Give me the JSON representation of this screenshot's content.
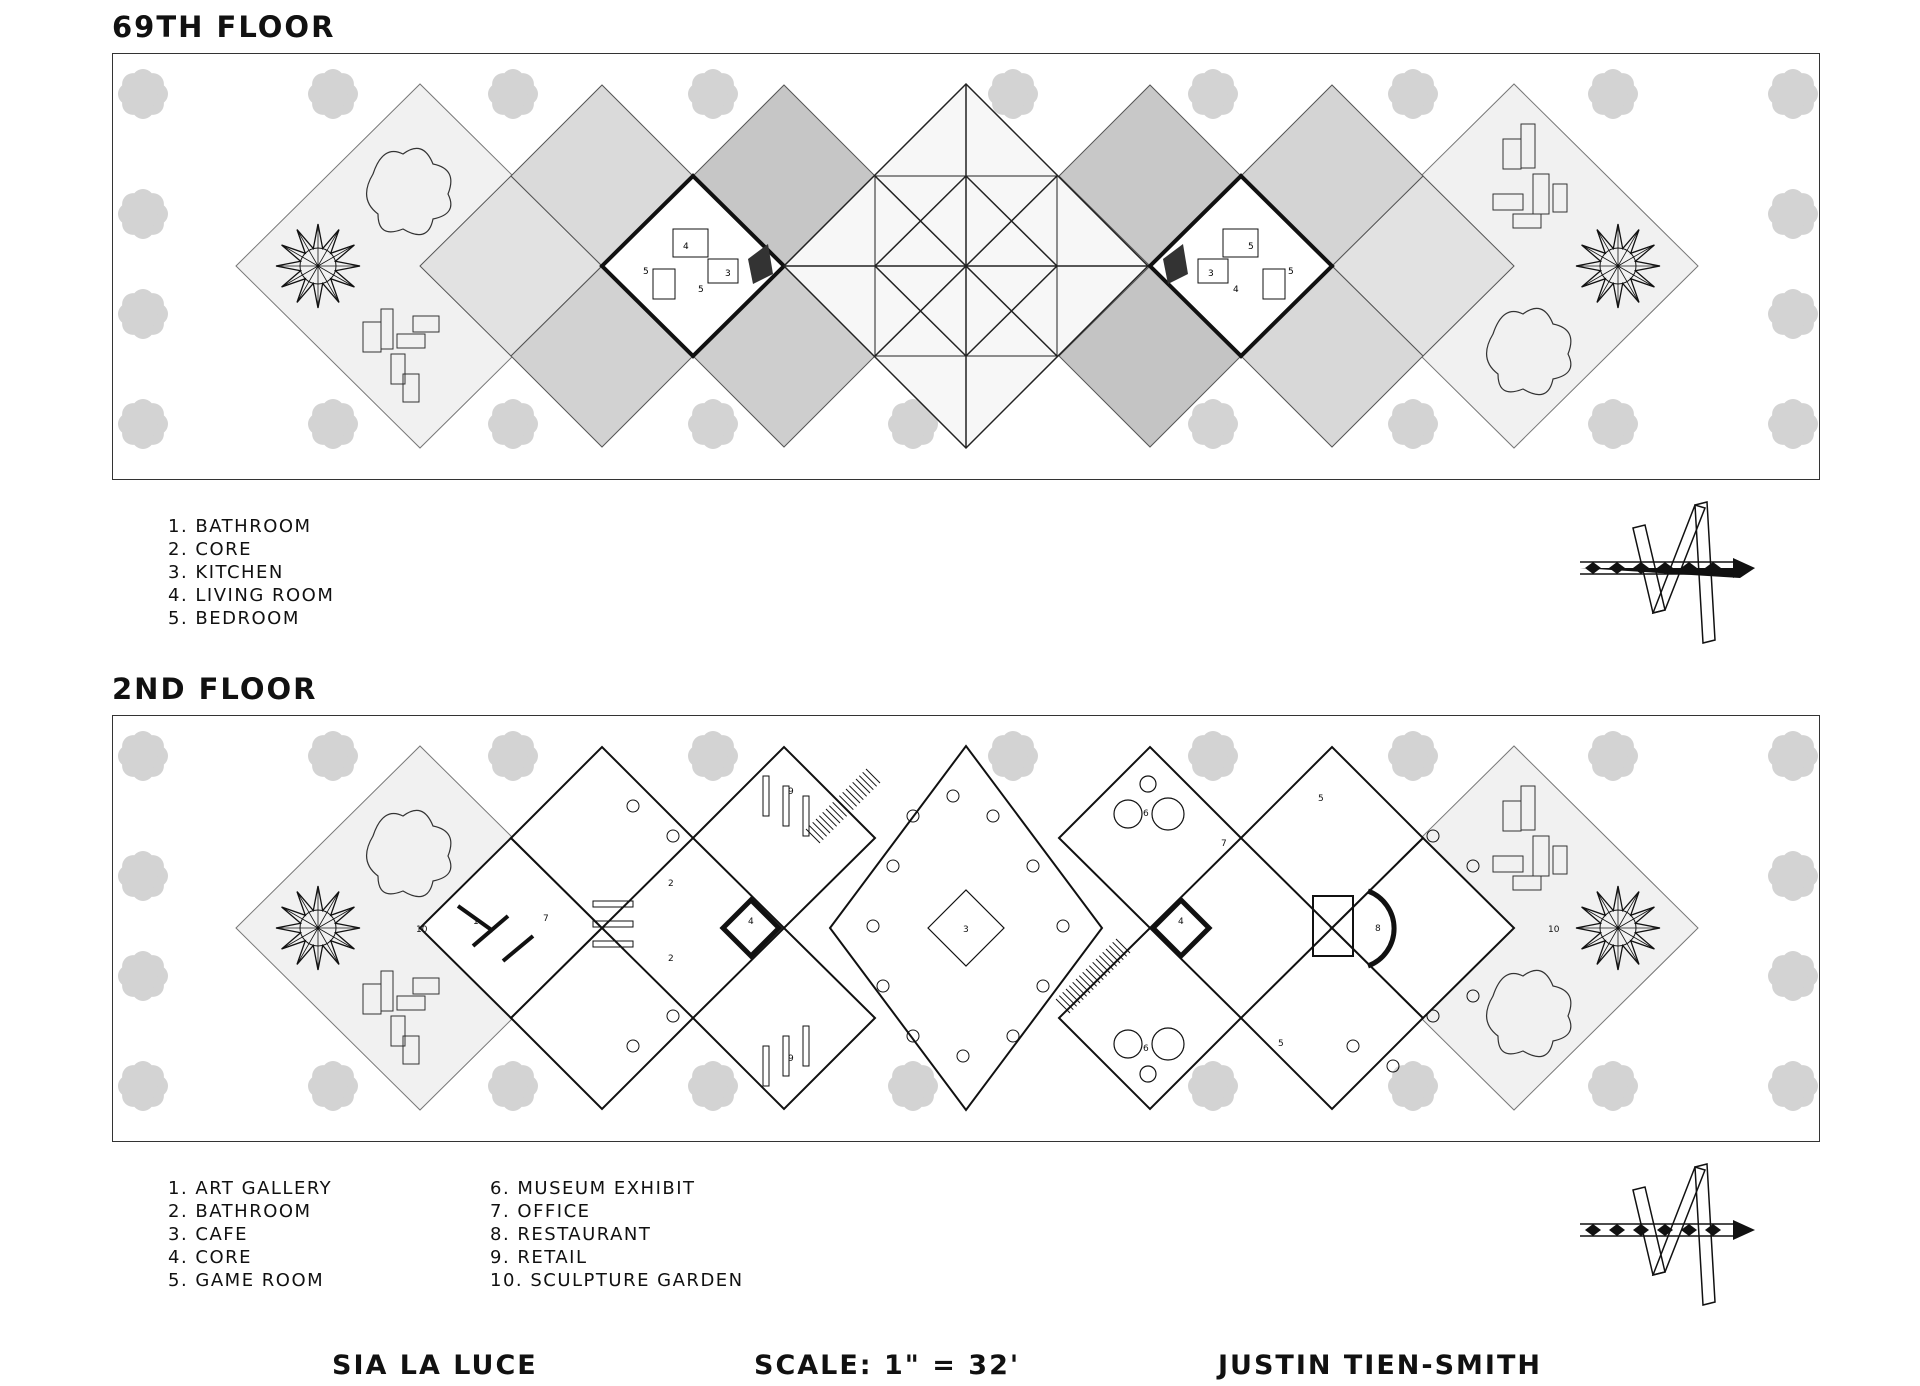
{
  "floor69": {
    "title": "69TH FLOOR",
    "legend": [
      "1. BATHROOM",
      "2. CORE",
      "3. KITCHEN",
      "4. LIVING ROOM",
      "5. BEDROOM"
    ]
  },
  "floor2": {
    "title": "2ND FLOOR",
    "legend_left": [
      "1. ART GALLERY",
      "2. BATHROOM",
      "3. CAFE",
      "4. CORE",
      "5. GAME ROOM"
    ],
    "legend_right": [
      "6. MUSEUM EXHIBIT",
      "7. OFFICE",
      "8. RESTAURANT",
      "9. RETAIL",
      "10. SCULPTURE GARDEN"
    ],
    "room_labels": {
      "gallery": "1",
      "bath_a": "2",
      "bath_b": "2",
      "cafe": "3",
      "core_a": "4",
      "core_b": "4",
      "game_a": "5",
      "game_b": "5",
      "museum_a": "6",
      "museum_b": "6",
      "office_a": "7",
      "office_b": "7",
      "restaurant": "8",
      "retail_a": "9",
      "retail_b": "9",
      "garden_a": "10",
      "garden_b": "10"
    }
  },
  "footer": {
    "project": "SIA LA LUCE",
    "scale": "SCALE: 1\" = 32'",
    "author": "JUSTIN TIEN-SMITH"
  },
  "colors": {
    "light_grey": "#efefef",
    "mid_grey": "#d8d8d8",
    "dark_grey": "#c4c4c4",
    "tree": "#d3d3d3",
    "ink": "#111111"
  }
}
